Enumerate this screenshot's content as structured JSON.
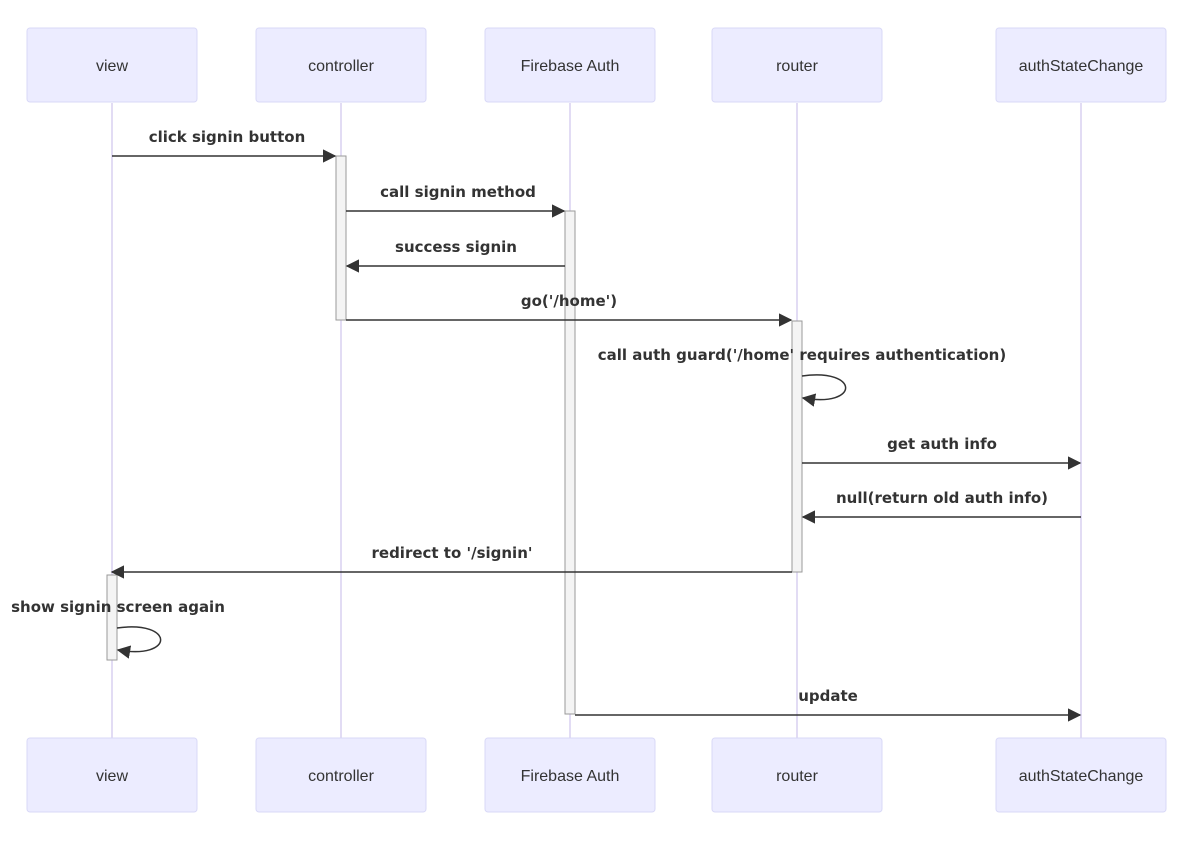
{
  "participants": [
    {
      "id": "view",
      "label": "view"
    },
    {
      "id": "controller",
      "label": "controller"
    },
    {
      "id": "firebase",
      "label": "Firebase Auth"
    },
    {
      "id": "router",
      "label": "router"
    },
    {
      "id": "authstate",
      "label": "authStateChange"
    }
  ],
  "messages": [
    {
      "from": "view",
      "to": "controller",
      "label": "click signin button"
    },
    {
      "from": "controller",
      "to": "firebase",
      "label": "call signin method"
    },
    {
      "from": "firebase",
      "to": "controller",
      "label": "success signin"
    },
    {
      "from": "controller",
      "to": "router",
      "label": "go('/home')"
    },
    {
      "from": "router",
      "to": "router",
      "label": "call auth guard('/home' requires authentication)"
    },
    {
      "from": "router",
      "to": "authstate",
      "label": "get auth info"
    },
    {
      "from": "authstate",
      "to": "router",
      "label": "null(return old auth info)"
    },
    {
      "from": "router",
      "to": "view",
      "label": "redirect to '/signin'"
    },
    {
      "from": "view",
      "to": "view",
      "label": "show signin screen again"
    },
    {
      "from": "firebase",
      "to": "authstate",
      "label": "update"
    }
  ],
  "colors": {
    "actor_fill": "#ececff",
    "actor_stroke": "#d9d9f7",
    "lifeline": "#d8d0f0",
    "activation_fill": "#f4f4f4",
    "activation_stroke": "#9a9a9a",
    "arrow": "#333333"
  }
}
